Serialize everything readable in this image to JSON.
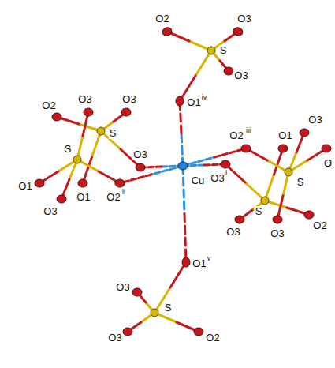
{
  "diagram": {
    "labels": [
      "O2",
      "O3",
      "S",
      "O3",
      "O1",
      "iv",
      "O2",
      "O3",
      "O3",
      "S",
      "S",
      "O3",
      "Cu",
      "O2",
      "iii",
      "O1",
      "O3",
      "O",
      "O1",
      "O2",
      "ii",
      "O3",
      "i",
      "O1",
      "S",
      "S",
      "O3",
      "O3",
      "O3",
      "O2",
      "O3",
      "O1",
      "v",
      "S",
      "O3",
      "O2"
    ]
  }
}
